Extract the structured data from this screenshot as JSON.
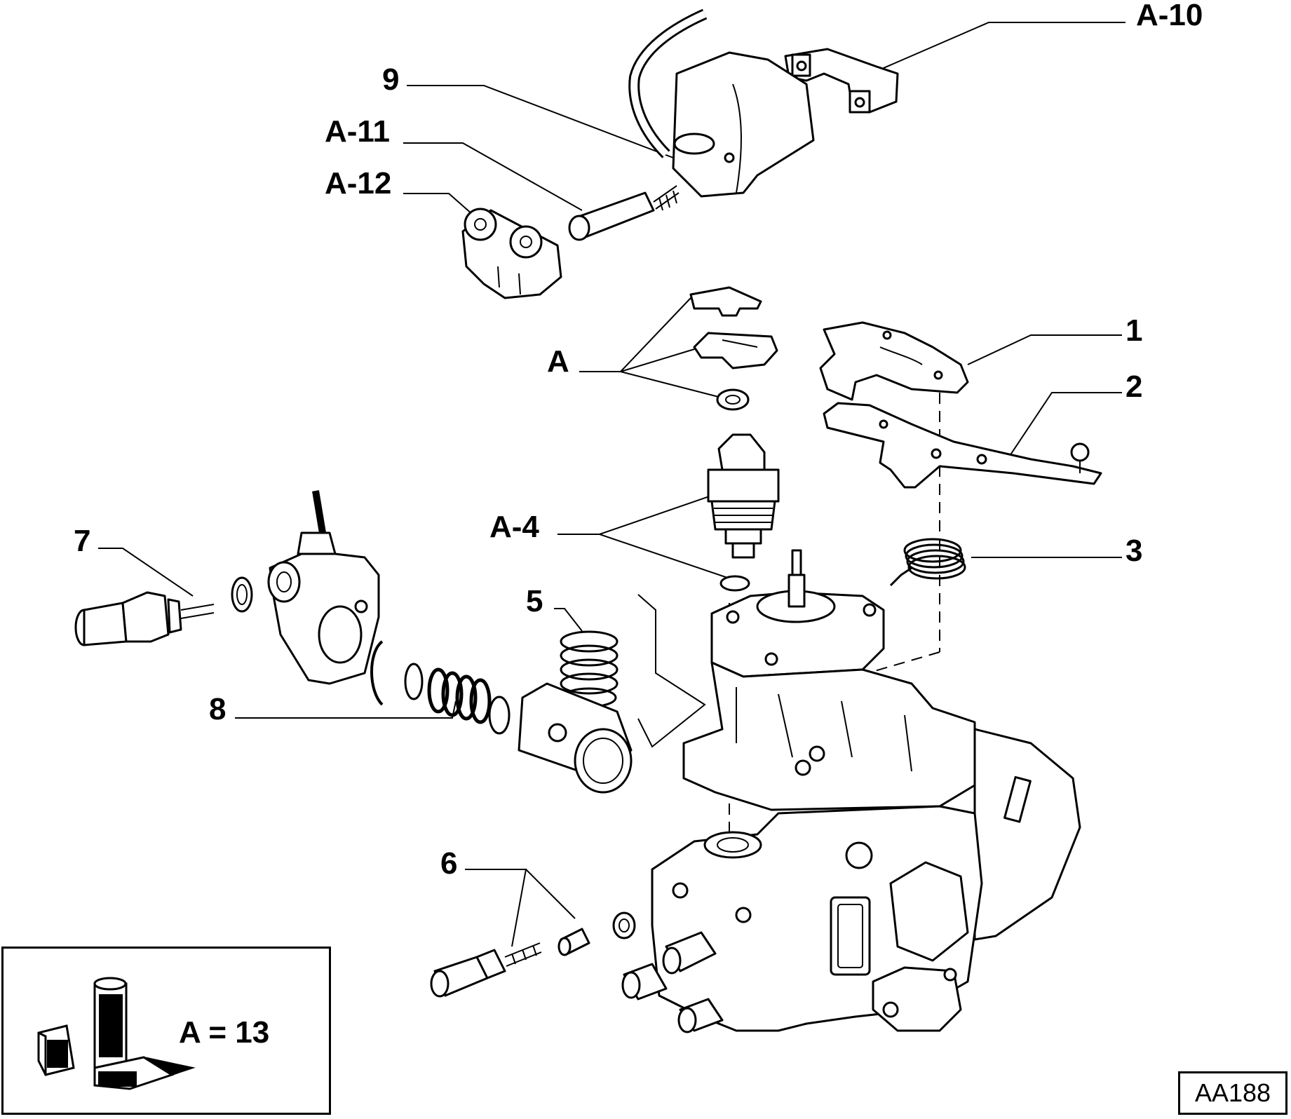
{
  "callouts": {
    "a10": "A-10",
    "n9": "9",
    "a11": "A-11",
    "a12": "A-12",
    "a": "A",
    "n1": "1",
    "n2": "2",
    "n3": "3",
    "a4": "A-4",
    "n5": "5",
    "n7": "7",
    "n8": "8",
    "n6": "6"
  },
  "legend": {
    "text": "A = 13",
    "icon": "sealant-tube-and-boxes-icon"
  },
  "drawing_code": "AA188"
}
